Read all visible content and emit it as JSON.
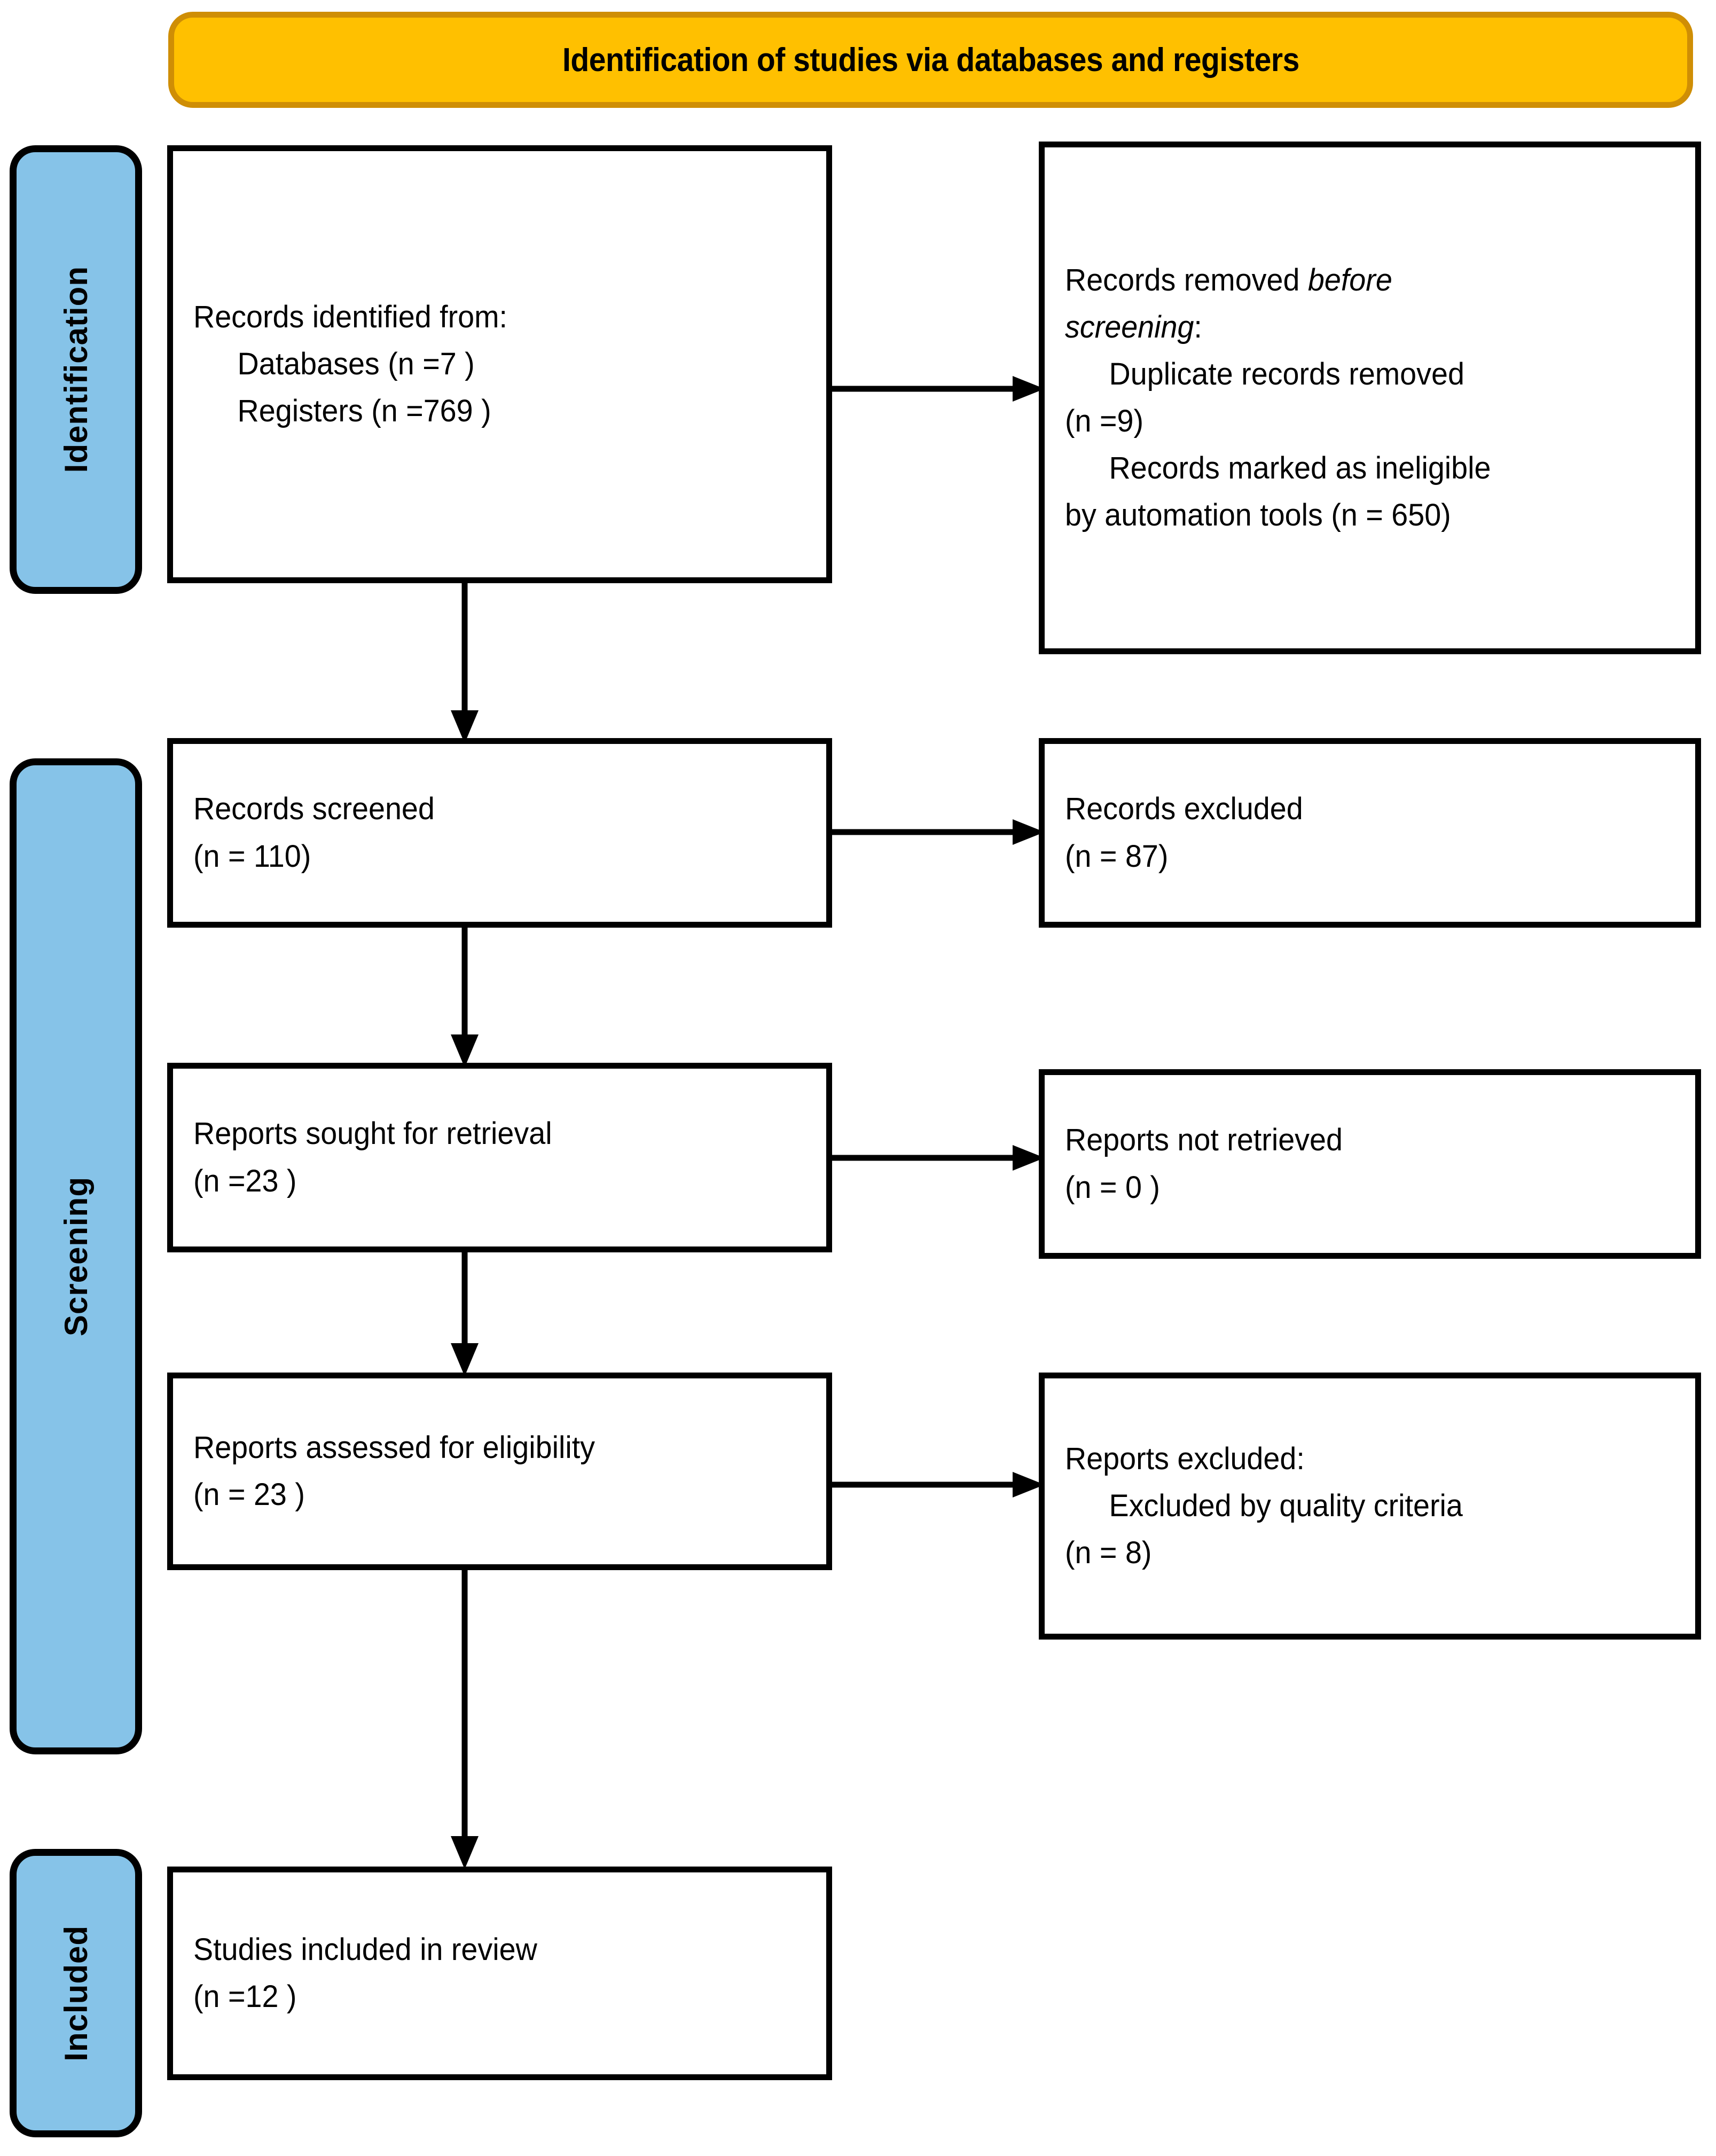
{
  "diagram": {
    "type": "prisma-flow-diagram",
    "colors": {
      "phase_banner_fill": "#FFC000",
      "phase_banner_border": "#CF8E05",
      "stage_rail_fill": "#86C3E8",
      "box_border": "#000000",
      "text": "#000000"
    }
  },
  "phase_banner": {
    "title": "Identification of studies via databases and registers"
  },
  "stage_rails": [
    {
      "id": "identification",
      "label": "Identification"
    },
    {
      "id": "screening",
      "label": "Screening"
    },
    {
      "id": "included",
      "label": "Included"
    }
  ],
  "boxes": {
    "identified": {
      "lines": [
        "Records identified from:",
        "Databases (n =7 )",
        "Registers (n =769 )"
      ]
    },
    "removed_before_screening": {
      "line1_pre": "Records removed ",
      "line1_em": "before",
      "line2_em": "screening",
      "line2_post": ":",
      "line3": "Duplicate records removed",
      "line4": "(n =9)",
      "line5": "Records marked as ineligible",
      "line6": "by automation tools (n = 650)"
    },
    "screened": {
      "lines": [
        "Records screened",
        "(n = 110)"
      ]
    },
    "records_excluded": {
      "lines": [
        "Records excluded",
        "(n = 87)"
      ]
    },
    "sought_for_retrieval": {
      "lines": [
        "Reports sought for retrieval",
        "(n =23 )"
      ]
    },
    "not_retrieved": {
      "lines": [
        "Reports not retrieved",
        "(n = 0 )"
      ]
    },
    "assessed_for_eligibility": {
      "lines": [
        "Reports assessed for eligibility",
        "(n = 23 )"
      ]
    },
    "reports_excluded": {
      "lines": [
        "Reports excluded:",
        "Excluded by quality criteria",
        "(n = 8)"
      ]
    },
    "studies_included": {
      "lines": [
        "Studies included in review",
        "(n =12 )"
      ]
    }
  },
  "connectors": [
    {
      "id": "identified-to-removed",
      "direction": "right"
    },
    {
      "id": "identified-to-screened",
      "direction": "down"
    },
    {
      "id": "screened-to-excluded",
      "direction": "right"
    },
    {
      "id": "screened-to-sought",
      "direction": "down"
    },
    {
      "id": "sought-to-notretrieved",
      "direction": "right"
    },
    {
      "id": "sought-to-assessed",
      "direction": "down"
    },
    {
      "id": "assessed-to-reportsexcluded",
      "direction": "right"
    },
    {
      "id": "assessed-to-included",
      "direction": "down"
    }
  ]
}
